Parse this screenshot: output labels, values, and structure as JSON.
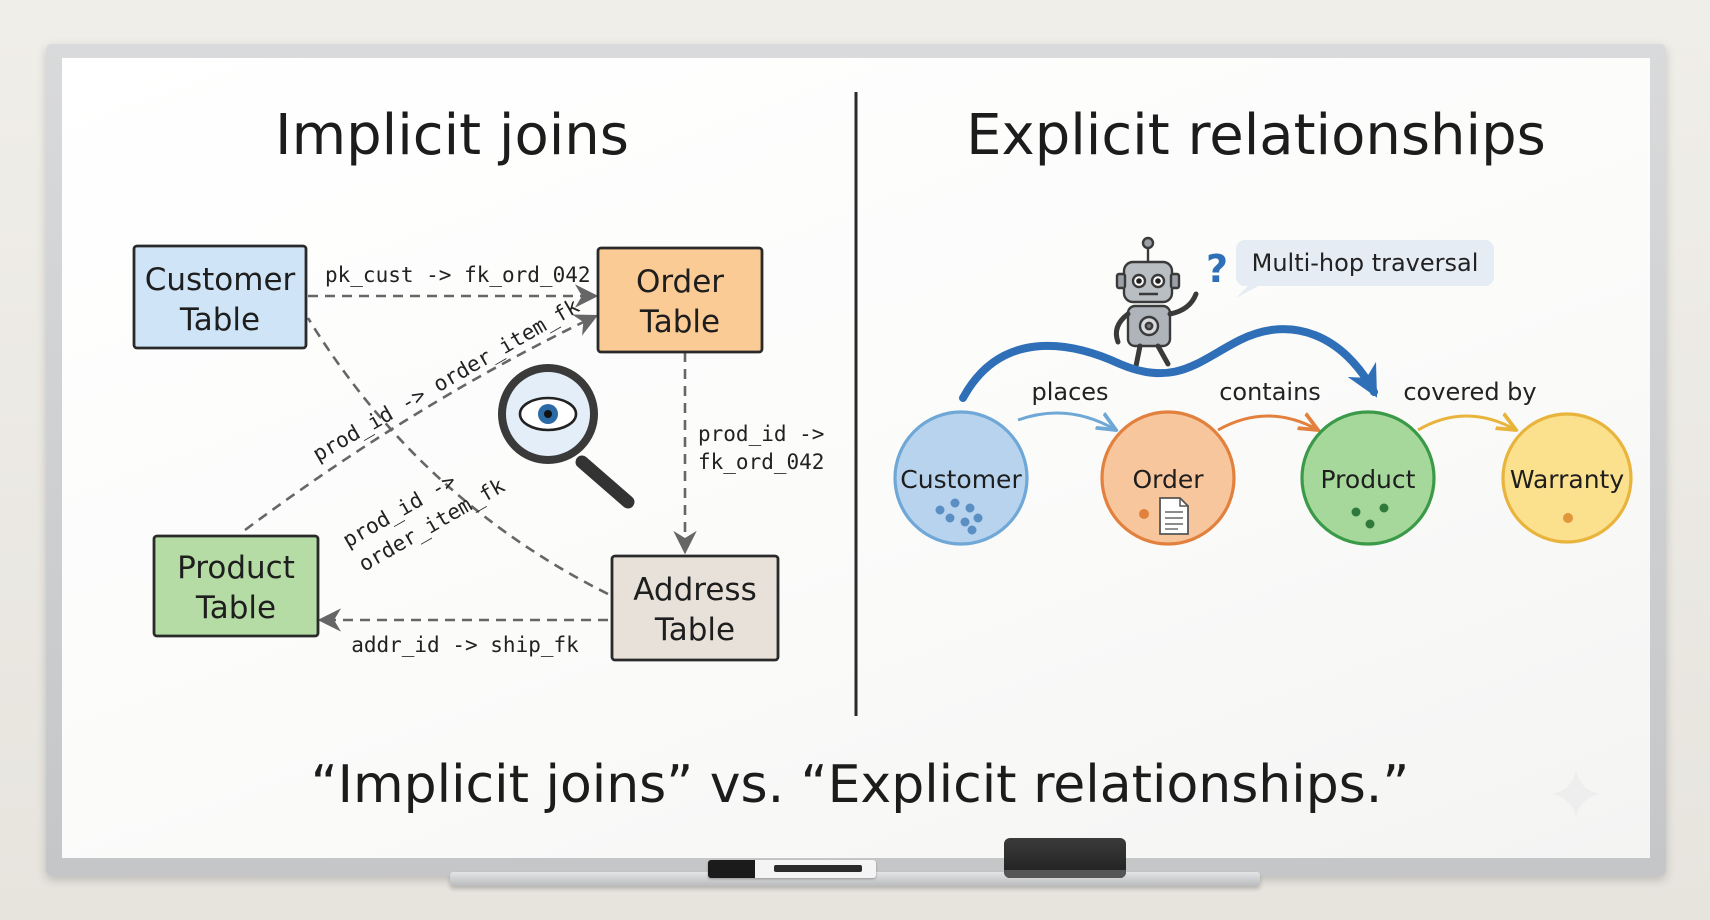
{
  "left_panel": {
    "title": "Implicit joins",
    "tables": {
      "customer": [
        "Customer",
        "Table"
      ],
      "order": [
        "Order",
        "Table"
      ],
      "product": [
        "Product",
        "Table"
      ],
      "address": [
        "Address",
        "Table"
      ]
    },
    "edges": {
      "customer_to_order": "pk_cust -> fk_ord_042",
      "product_to_order": "prod_id -> order_item_fk",
      "order_to_address": [
        "prod_id ->",
        "fk_ord_042"
      ],
      "product_address": [
        "prod_id ->",
        "order_item_fk"
      ],
      "address_to_product": "addr_id -> ship_fk"
    }
  },
  "right_panel": {
    "title": "Explicit relationships",
    "callout": "Multi-hop traversal",
    "nodes": {
      "customer": "Customer",
      "order": "Order",
      "product": "Product",
      "warranty": "Warranty"
    },
    "relations": {
      "places": "places",
      "contains": "contains",
      "covered_by": "covered by"
    }
  },
  "caption": "“Implicit joins” vs. “Explicit relationships.”",
  "colors": {
    "customer_box": "#cfe4f6",
    "order_box": "#fbcb96",
    "product_box": "#b5dca5",
    "address_box": "#e7e1da",
    "customer_node": "#b7d3ee",
    "order_node": "#f7c69d",
    "product_node": "#a6d89c",
    "warranty_node": "#fbe08e",
    "traversal_arrow": "#2f6fb8",
    "callout_bg": "#e6ecf3"
  }
}
